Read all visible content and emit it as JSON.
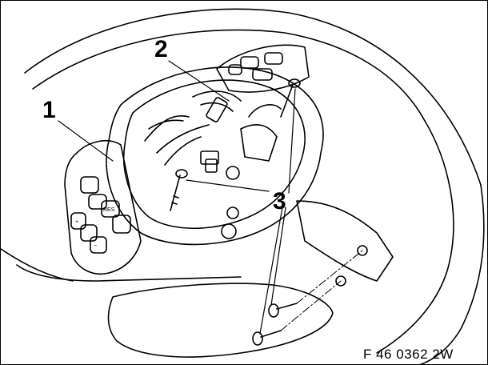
{
  "diagram": {
    "callouts": [
      {
        "id": "1",
        "label": "1"
      },
      {
        "id": "2",
        "label": "2"
      },
      {
        "id": "3",
        "label": "3"
      }
    ],
    "figure_code": "F 46 0362 2W",
    "button_labels": {
      "res": "RES",
      "plus": "+",
      "minus": "−"
    },
    "colors": {
      "line": "#000000",
      "background": "#ffffff",
      "shade": "#d9d9d9"
    }
  }
}
